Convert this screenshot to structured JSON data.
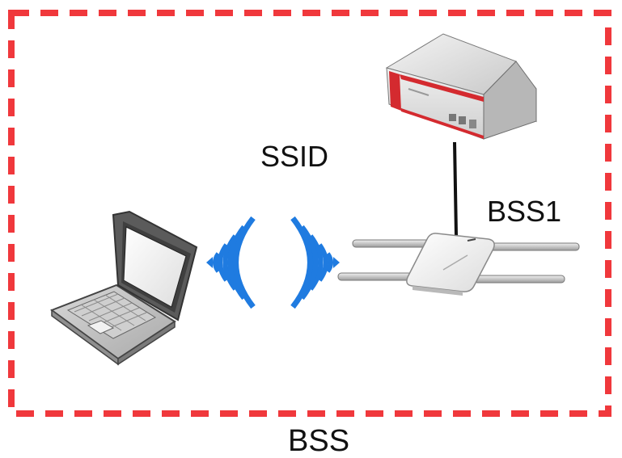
{
  "labels": {
    "ssid": "SSID",
    "bss1": "BSS1",
    "bss": "BSS"
  },
  "colors": {
    "boundary": "#f0383c",
    "signal": "#1f7be0",
    "router_accent": "#d42a2f",
    "cable": "#111111"
  },
  "icons": [
    "router-icon",
    "access-point-icon",
    "laptop-icon",
    "wifi-signal-icon"
  ]
}
